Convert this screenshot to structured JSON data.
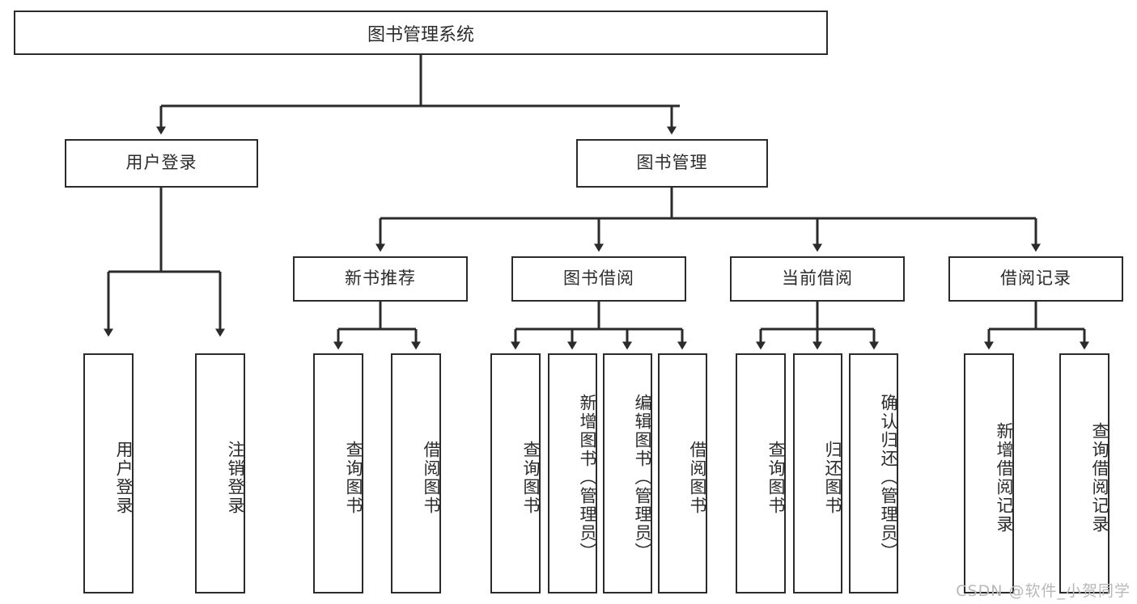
{
  "diagram": {
    "title": "图书管理系统",
    "watermark": "CSDN @软件_小贺同学",
    "line_color": "#2b2b2b",
    "box_fill": "#ffffff",
    "text_color": "#2b2b2b",
    "watermark_color": "#b8b8b8",
    "levels": {
      "root": {
        "label": "图书管理系统"
      },
      "level2": [
        {
          "label": "用户登录"
        },
        {
          "label": "图书管理"
        }
      ],
      "level3": [
        {
          "label": "新书推荐"
        },
        {
          "label": "图书借阅"
        },
        {
          "label": "当前借阅"
        },
        {
          "label": "借阅记录"
        }
      ],
      "leaves": [
        {
          "label": "用户登录",
          "parent": "用户登录"
        },
        {
          "label": "注销登录",
          "parent": "用户登录"
        },
        {
          "label": "查询图书",
          "parent": "新书推荐"
        },
        {
          "label": "借阅图书",
          "parent": "新书推荐"
        },
        {
          "label": "查询图书",
          "parent": "图书借阅"
        },
        {
          "label": "新增图书（管理员）",
          "parent": "图书借阅"
        },
        {
          "label": "编辑图书（管理员）",
          "parent": "图书借阅"
        },
        {
          "label": "借阅图书",
          "parent": "图书借阅"
        },
        {
          "label": "查询图书",
          "parent": "当前借阅"
        },
        {
          "label": "归还图书",
          "parent": "当前借阅"
        },
        {
          "label": "确认归还（管理员）",
          "parent": "当前借阅"
        },
        {
          "label": "新增借阅记录",
          "parent": "借阅记录"
        },
        {
          "label": "查询借阅记录",
          "parent": "借阅记录"
        }
      ]
    }
  }
}
